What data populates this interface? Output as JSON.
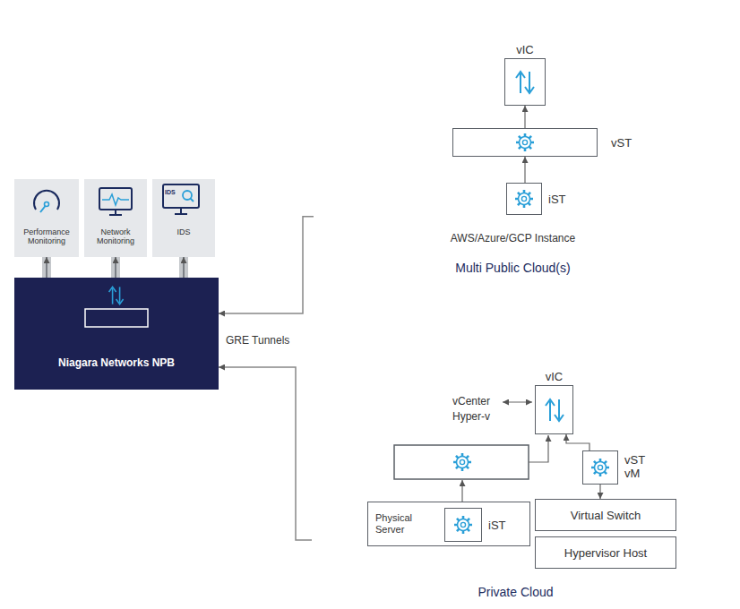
{
  "diagram": {
    "nodes": [
      {
        "text": [
          "Performance Monitoring"
        ]
      },
      {
        "text": [
          "Network Monitoring"
        ]
      },
      {
        "text": [
          "IDS"
        ]
      },
      {
        "text": [
          "Niagara Networks NPB"
        ]
      },
      {
        "text": [
          "AWS/Azure/GCP Instance",
          "Multi Public Cloud(s)"
        ]
      },
      {
        "text": [
          "vIC"
        ],
        "in": 4
      },
      {
        "text": [
          "vST"
        ],
        "in": 4
      },
      {
        "text": [
          "iST"
        ],
        "in": 4
      },
      {
        "text": [
          "Private Cloud"
        ]
      },
      {
        "text": [
          "vIC"
        ],
        "in": 8
      },
      {
        "text": [
          "vST vM"
        ],
        "in": 8
      },
      {
        "text": [
          "Physical Server"
        ],
        "in": 8
      },
      {
        "text": [
          "iST"
        ],
        "in": 11
      },
      {
        "text": [
          "Virtual Switch"
        ],
        "in": 8
      },
      {
        "text": [
          "Hypervisor Host"
        ],
        "in": 8
      }
    ],
    "edges": [
      {
        "from": 3,
        "to": 0,
        "arrow": "to"
      },
      {
        "from": 3,
        "to": 1,
        "arrow": "to"
      },
      {
        "from": 3,
        "to": 2,
        "arrow": "to"
      },
      {
        "from": 4,
        "to": 3,
        "arrow": "to"
      },
      {
        "from": 8,
        "to": 3,
        "arrow": "to"
      },
      {
        "from": 7,
        "to": 6,
        "arrow": "to"
      },
      {
        "from": 6,
        "to": 5,
        "arrow": "to"
      },
      {
        "from": 10,
        "to": 9,
        "arrow": "to"
      },
      {
        "from": 10,
        "to": 13,
        "arrow": "to"
      }
    ],
    "labels": [
      "IDS",
      "GRE Tunnels",
      "vCenter",
      "Hyper-v"
    ]
  }
}
